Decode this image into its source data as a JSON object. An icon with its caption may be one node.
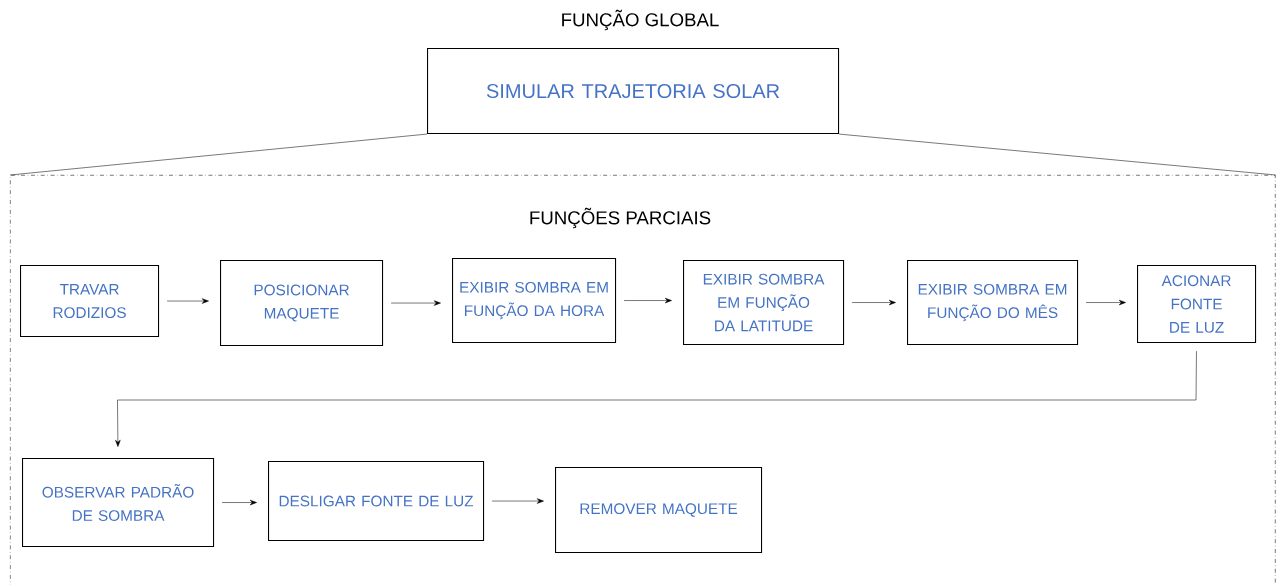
{
  "diagram": {
    "title": "FUNÇÃO GLOBAL",
    "nodes": [
      {
        "text": [
          "SIMULAR TRAJETORIA SOLAR"
        ]
      },
      {
        "text": [
          "FUNÇÕES PARCIAIS"
        ]
      },
      {
        "text": [
          "TRAVAR RODIZIOS"
        ],
        "in": 1
      },
      {
        "text": [
          "POSICIONAR MAQUETE"
        ],
        "in": 1
      },
      {
        "text": [
          "EXIBIR SOMBRA EM FUNÇÃO DA HORA"
        ],
        "in": 1
      },
      {
        "text": [
          "EXIBIR SOMBRA EM FUNÇÃO DA LATITUDE"
        ],
        "in": 1
      },
      {
        "text": [
          "EXIBIR SOMBRA EM FUNÇÃO DO MÊS"
        ],
        "in": 1
      },
      {
        "text": [
          "ACIONAR FONTE DE LUZ"
        ],
        "in": 1
      },
      {
        "text": [
          "OBSERVAR PADRÃO DE SOMBRA"
        ],
        "in": 1
      },
      {
        "text": [
          "DESLIGAR FONTE DE LUZ"
        ],
        "in": 1
      },
      {
        "text": [
          "REMOVER MAQUETE"
        ],
        "in": 1
      }
    ],
    "edges": [
      {
        "from": 0,
        "to": 1,
        "arrow": "none"
      },
      {
        "from": 0,
        "to": 1,
        "arrow": "none"
      },
      {
        "from": 2,
        "to": 3,
        "arrow": "to"
      },
      {
        "from": 3,
        "to": 4,
        "arrow": "to"
      },
      {
        "from": 4,
        "to": 5,
        "arrow": "to"
      },
      {
        "from": 5,
        "to": 6,
        "arrow": "to"
      },
      {
        "from": 6,
        "to": 7,
        "arrow": "to"
      },
      {
        "from": 7,
        "to": 8,
        "arrow": "to"
      },
      {
        "from": 8,
        "to": 9,
        "arrow": "to"
      },
      {
        "from": 9,
        "to": 10,
        "arrow": "to"
      }
    ]
  }
}
